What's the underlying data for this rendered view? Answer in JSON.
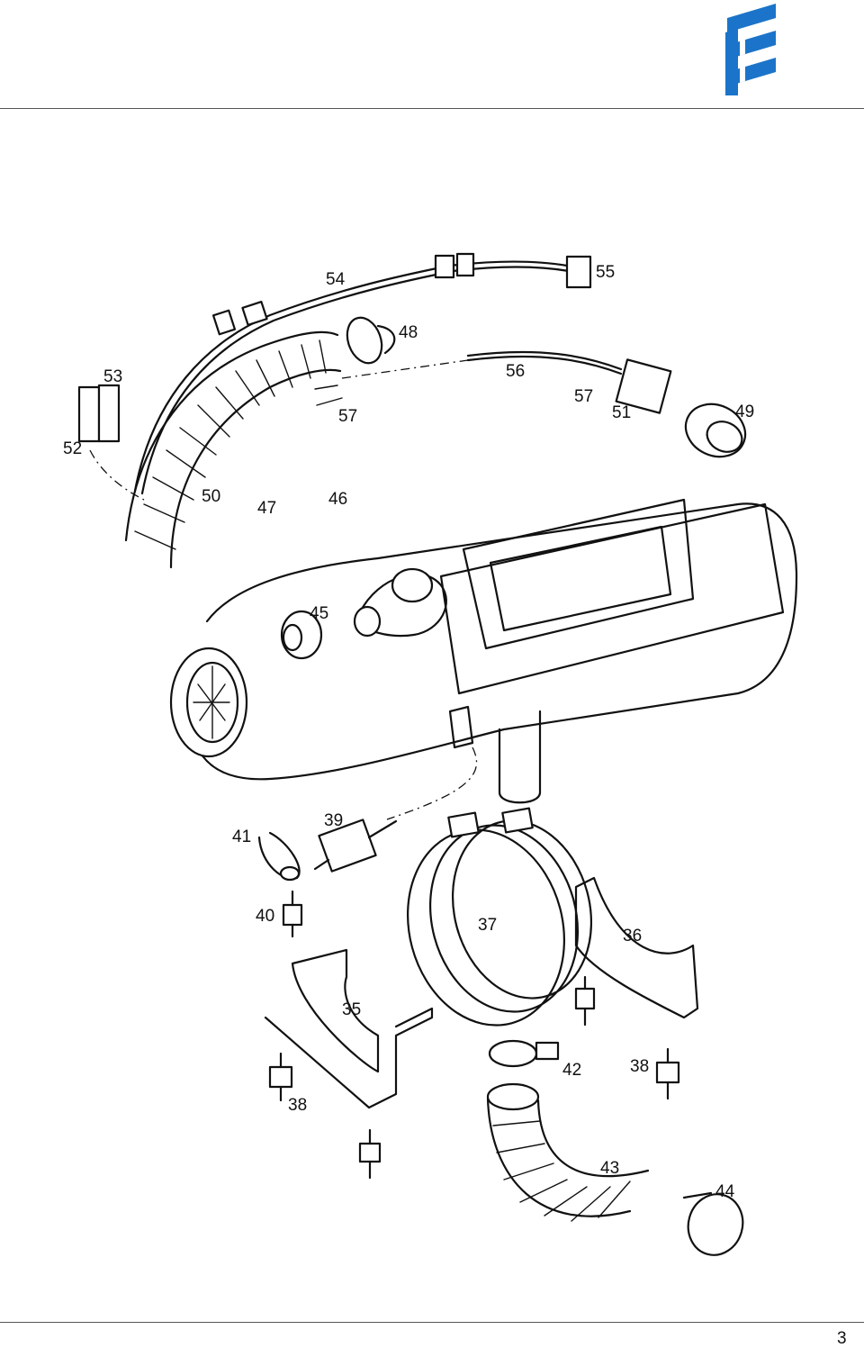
{
  "brand": {
    "color": "#1b74c9",
    "logo_icon": "eberspaecher-logo-icon"
  },
  "page_number": "3",
  "part_labels": [
    "54",
    "55",
    "48",
    "53",
    "56",
    "57",
    "57",
    "51",
    "49",
    "52",
    "50",
    "47",
    "46",
    "45",
    "41",
    "39",
    "40",
    "37",
    "36",
    "35",
    "42",
    "38",
    "38",
    "43",
    "44"
  ]
}
